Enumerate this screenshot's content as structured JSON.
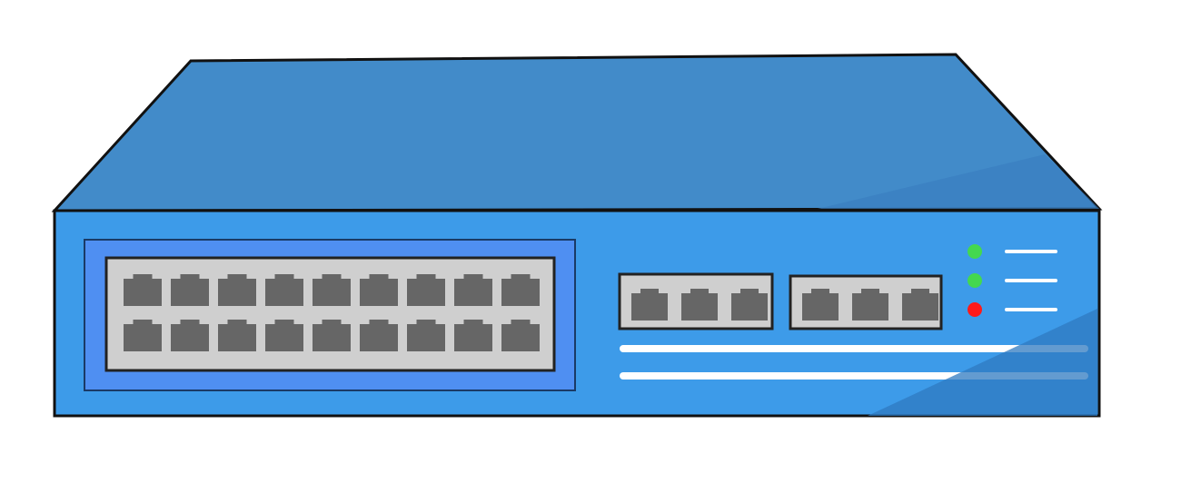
{
  "device": {
    "type": "network-switch",
    "main_port_block": {
      "rows": 2,
      "columns": 9
    },
    "uplink_groups": [
      {
        "ports": 3
      },
      {
        "ports": 3
      }
    ],
    "status_leds": [
      {
        "state": "on",
        "color": "#44d84f"
      },
      {
        "state": "on",
        "color": "#44d84f"
      },
      {
        "state": "alert",
        "color": "#ff1a1a"
      }
    ]
  },
  "colors": {
    "top": "#428bc9",
    "front": "#3d9be9",
    "port_panel": "#4f8ff2",
    "port_bezel": "#cfcfcf",
    "port": "#666666"
  }
}
